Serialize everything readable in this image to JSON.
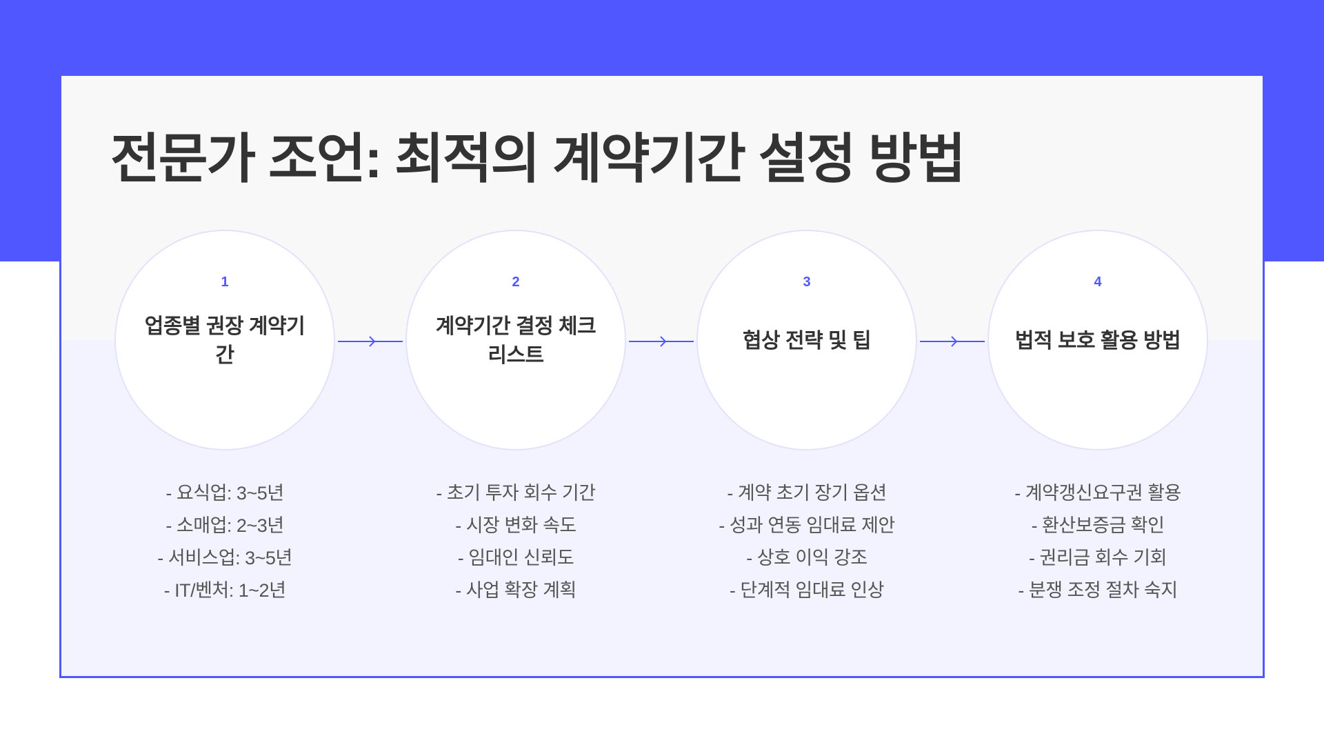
{
  "title": "전문가 조언: 최적의 계약기간 설정 방법",
  "colors": {
    "accent": "#5157ff",
    "text": "#333333",
    "muted": "#555555",
    "lavender": "#f3f3ff"
  },
  "icons": {
    "connector": "arrow-right-icon"
  },
  "steps": [
    {
      "number": "1",
      "title": "업종별 권장 계약기간",
      "details": [
        "- 요식업: 3~5년",
        "- 소매업: 2~3년",
        "- 서비스업: 3~5년",
        "- IT/벤처: 1~2년"
      ]
    },
    {
      "number": "2",
      "title": "계약기간 결정 체크리스트",
      "details": [
        "- 초기 투자 회수 기간",
        "- 시장 변화 속도",
        "- 임대인 신뢰도",
        "- 사업 확장 계획"
      ]
    },
    {
      "number": "3",
      "title": "협상 전략 및 팁",
      "details": [
        "- 계약 초기 장기 옵션",
        "- 성과 연동 임대료 제안",
        "- 상호 이익 강조",
        "- 단계적 임대료 인상"
      ]
    },
    {
      "number": "4",
      "title": "법적 보호 활용 방법",
      "details": [
        "- 계약갱신요구권 활용",
        "- 환산보증금 확인",
        "- 권리금 회수 기회",
        "- 분쟁 조정 절차 숙지"
      ]
    }
  ]
}
